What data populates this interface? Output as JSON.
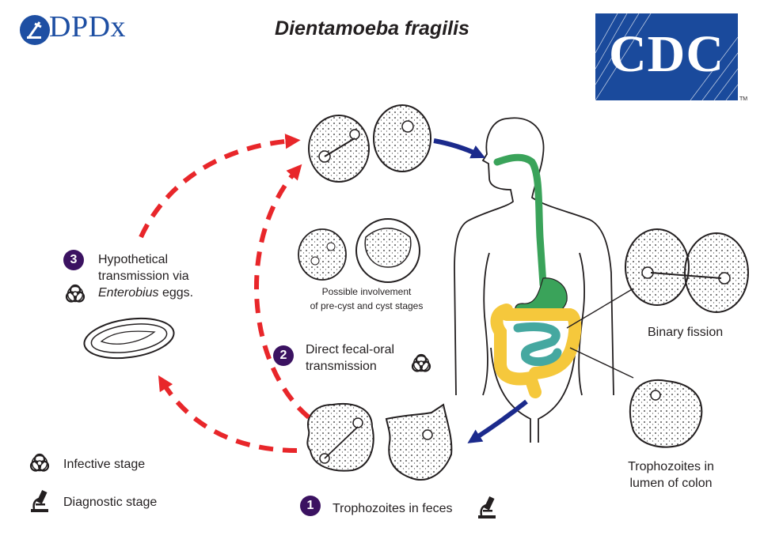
{
  "logos": {
    "dpdx": "DPDx",
    "cdc": "CDC",
    "cdc_tm": "TM"
  },
  "title": "Dientamoeba fragilis",
  "labels": {
    "binary_fission": "Binary fission",
    "trophozoites_lumen_line1": "Trophozoites in",
    "trophozoites_lumen_line2": "lumen of colon",
    "possible_line1": "Possible involvement",
    "possible_line2": "of pre-cyst and cyst stages",
    "step1_number": "1",
    "step1_text": "Trophozoites in feces",
    "step2_number": "2",
    "step2_line1": "Direct fecal-oral",
    "step2_line2": "transmission",
    "step3_number": "3",
    "step3_line1": "Hypothetical",
    "step3_line2": "transmission via",
    "step3_line3_italic": "Enterobius",
    "step3_line3_rest": " eggs."
  },
  "legend": {
    "infective": "Infective stage",
    "diagnostic": "Diagnostic stage"
  },
  "colors": {
    "arrow_red": "#e8262a",
    "arrow_blue": "#1b2a8c",
    "badge": "#3b1261",
    "esophagus_green": "#3aa35a",
    "large_intestine_yellow": "#f5c83c",
    "small_intestine_teal": "#45a8a0",
    "cdc_blue": "#1a4a9c",
    "dpdx_blue": "#1e4fa3"
  },
  "icons": {
    "biohazard": "biohazard-icon",
    "microscope": "microscope-icon"
  }
}
